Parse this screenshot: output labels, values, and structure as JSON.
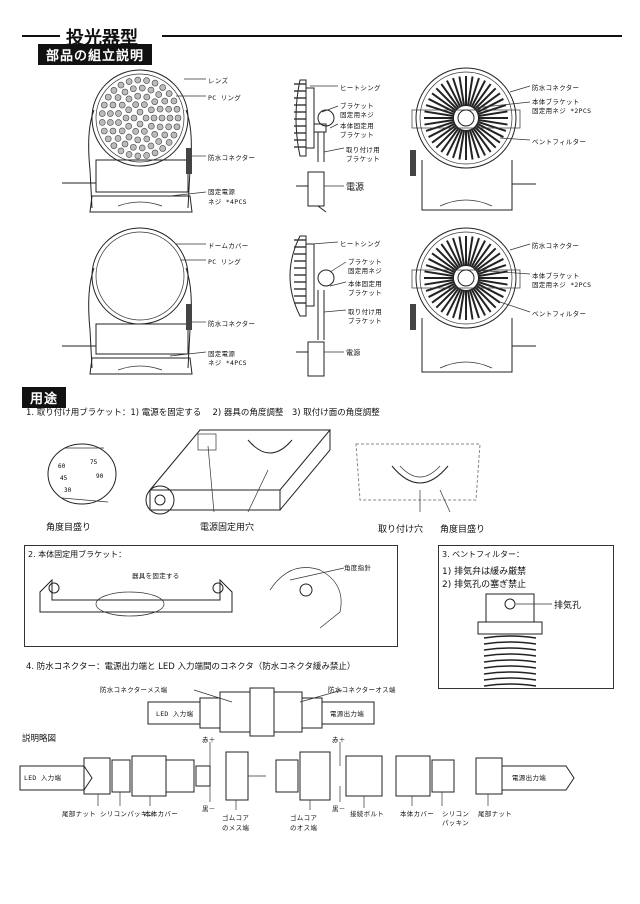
{
  "title": "投光器型",
  "sections": {
    "assembly": "部品の組立説明",
    "usage": "用途",
    "diagram": "説明略図"
  },
  "assembly": {
    "top_left": {
      "lens": "レンズ",
      "pc_ring": "PC リング",
      "wp_conn": "防水コネクター",
      "psu_screw_1": "固定電源",
      "psu_screw_2": "ネジ *4PCS"
    },
    "top_mid": {
      "heatsink": "ヒートシング",
      "bracket_screw_1": "ブラケット",
      "bracket_screw_2": "固定用ネジ",
      "body_bracket_1": "本体固定用",
      "body_bracket_2": "ブラケット",
      "mount_bracket_1": "取り付け用",
      "mount_bracket_2": "ブラケット",
      "power": "電源"
    },
    "top_right": {
      "wp_conn": "防水コネクター",
      "body_bracket": "本体ブラケット",
      "screw": "固定用ネジ *2PCS",
      "vent": "ベントフィルター"
    },
    "bot_left": {
      "dome": "ドームカバー",
      "pc_ring": "PC リング",
      "wp_conn": "防水コネクター",
      "psu_screw_1": "固定電源",
      "psu_screw_2": "ネジ *4PCS"
    },
    "bot_mid": {
      "heatsink": "ヒートシング",
      "bracket_1": "ブラケット",
      "bracket_2": "固定用ネジ",
      "body_1": "本体固定用",
      "body_2": "ブラケット",
      "mount_1": "取り付け用",
      "mount_2": "ブラケット",
      "power": "電源"
    },
    "bot_right": {
      "wp_conn": "防水コネクター",
      "body_bracket": "本体ブラケット",
      "screw": "固定用ネジ *2PCS",
      "vent": "ベントフィルター"
    }
  },
  "usage": {
    "item1": "1. 取り付け用ブラケット：1) 電源を固定する　 2) 器具の角度調整　3) 取付け面の角度調整",
    "angle_scale": "角度目盛り",
    "psu_holes": "電源固定用穴",
    "mount_hole": "取り付け穴",
    "angle_scale2": "角度目盛り",
    "item2": "2. 本体固定用ブラケット：",
    "fix_fixture": "器具を固定する",
    "angle_pointer": "角度指針",
    "item3": "3. ベントフィルター：",
    "item3_1": "1) 排気弁は緩み厳禁",
    "item3_2": "2) 排気孔の塞ぎ禁止",
    "exhaust": "排気孔",
    "item4": "4. 防水コネクター：電源出力端と LED 入力端間のコネクタ（防水コネクタ緩み禁止）",
    "female_end": "防水コネクターメス端",
    "male_end": "防水コネクターオス端",
    "led_in": "LED 入力端",
    "psu_out": "電源出力端"
  },
  "diagram": {
    "led_in": "LED 入力端",
    "red": "赤＋",
    "black": "黒－",
    "tail_nut": "尾部ナット",
    "silicone": "シリコンパッキン",
    "body_cover": "本体カバー",
    "rubber_female_1": "ゴムコア",
    "rubber_female_2": "のメス端",
    "red2": "赤＋",
    "black2": "黒－",
    "rubber_male_1": "ゴムコア",
    "rubber_male_2": "のオス端",
    "bolt": "接続ボルト",
    "body_cover2": "本体カバー",
    "silicone2_1": "シリコン",
    "silicone2_2": "パッキン",
    "tail_nut2": "尾部ナット",
    "psu_out": "電源出力端"
  }
}
